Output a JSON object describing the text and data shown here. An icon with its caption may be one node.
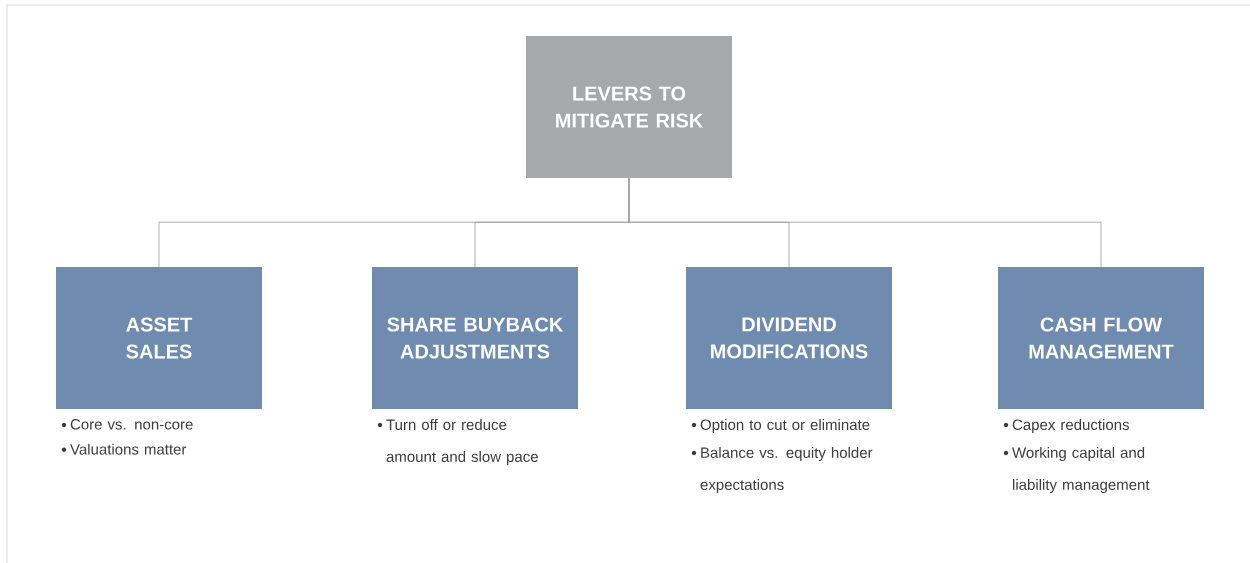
{
  "diagram": {
    "nodes": [
      {
        "text": [
          "LEVERS TO MITIGATE RISK"
        ]
      },
      {
        "text": [
          "ASSET SALES"
        ],
        "beside": [
          "Core vs. non-core",
          "Valuations matter"
        ]
      },
      {
        "text": [
          "SHARE BUYBACK ADJUSTMENTS"
        ],
        "beside": [
          "Turn off or reduce amount and slow pace"
        ]
      },
      {
        "text": [
          "DIVIDEND MODIFICATIONS"
        ],
        "beside": [
          "Option to cut or eliminate",
          "Balance vs. equity holder expectations"
        ]
      },
      {
        "text": [
          "CASH FLOW MANAGEMENT"
        ],
        "beside": [
          "Capex reductions",
          "Working capital and liability management"
        ]
      }
    ],
    "edges": [
      {
        "from": 0,
        "to": 1,
        "arrow": "none"
      },
      {
        "from": 0,
        "to": 2,
        "arrow": "none"
      },
      {
        "from": 0,
        "to": 3,
        "arrow": "none"
      },
      {
        "from": 0,
        "to": 4,
        "arrow": "none"
      }
    ]
  }
}
